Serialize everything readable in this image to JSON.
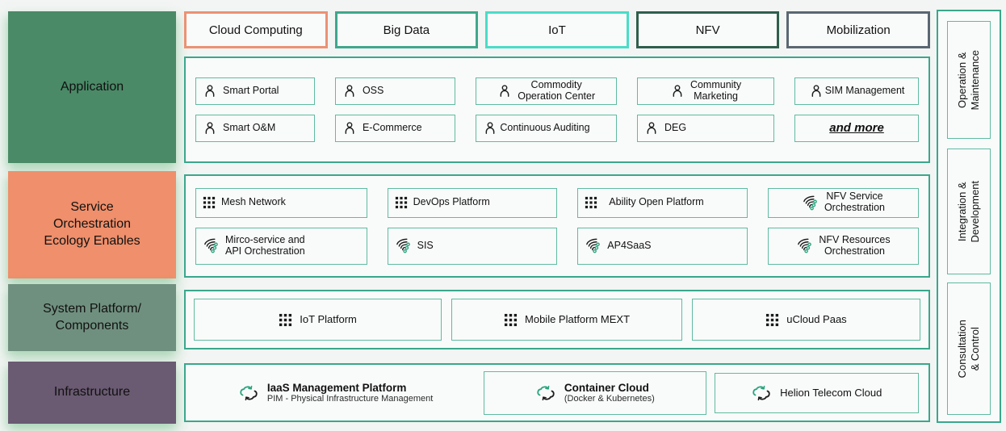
{
  "colors": {
    "accent_teal": "#3aa78c",
    "inner_box_border": "#5fbba1",
    "page_bg": "#f2f5f3",
    "card_bg": "#f9fbfa",
    "icon_green": "#2aa37e"
  },
  "top_chips": [
    {
      "label": "Cloud Computing",
      "border_color": "#eb9274"
    },
    {
      "label": "Big Data",
      "border_color": "#3fa78c"
    },
    {
      "label": "IoT",
      "border_color": "#4bdcc8"
    },
    {
      "label": "NFV",
      "border_color": "#2f5f4d"
    },
    {
      "label": "Mobilization",
      "border_color": "#5a6773"
    }
  ],
  "left_rows": [
    {
      "label": "Application",
      "color": "#4a8a67"
    },
    {
      "label": "Service\nOrchestration\nEcology Enables",
      "color": "#ef8f6b"
    },
    {
      "label": "System Platform/\nComponents",
      "color": "#70907f"
    },
    {
      "label": "Infrastructure",
      "color": "#6a5a72"
    }
  ],
  "application": {
    "row1": [
      {
        "icon": "person",
        "label": "Smart Portal"
      },
      {
        "icon": "person",
        "label": "OSS"
      },
      {
        "icon": "person",
        "label": "Commodity\nOperation Center"
      },
      {
        "icon": "person",
        "label": "Community\nMarketing"
      },
      {
        "icon": "person",
        "label": "SIM Management"
      }
    ],
    "row2": [
      {
        "icon": "person",
        "label": "Smart O&M"
      },
      {
        "icon": "person",
        "label": "E-Commerce"
      },
      {
        "icon": "person",
        "label": "Continuous Auditing"
      },
      {
        "icon": "person",
        "label": "DEG"
      },
      {
        "icon": "none",
        "label": "and more"
      }
    ]
  },
  "service": {
    "row1": [
      {
        "icon": "grid",
        "label": "Mesh Network"
      },
      {
        "icon": "grid",
        "label": "DevOps Platform"
      },
      {
        "icon": "grid",
        "label": "Ability Open Platform"
      },
      {
        "icon": "orchestration",
        "label": "NFV Service\nOrchestration"
      }
    ],
    "row2": [
      {
        "icon": "orchestration",
        "label": "Mirco-service and\nAPI Orchestration"
      },
      {
        "icon": "orchestration",
        "label": "SIS"
      },
      {
        "icon": "orchestration",
        "label": "AP4SaaS"
      },
      {
        "icon": "orchestration",
        "label": "NFV Resources\nOrchestration"
      }
    ]
  },
  "platform": {
    "items": [
      {
        "icon": "grid",
        "label": "IoT Platform"
      },
      {
        "icon": "grid",
        "label": "Mobile Platform MEXT"
      },
      {
        "icon": "grid",
        "label": "uCloud Paas"
      }
    ]
  },
  "infrastructure": {
    "items": [
      {
        "icon": "cloud-sync",
        "title": "IaaS Management Platform",
        "subtitle": "PIM - Physical Infrastructure Management"
      },
      {
        "icon": "cloud-sync",
        "title": "Container Cloud",
        "subtitle": "(Docker & Kubernetes)"
      },
      {
        "icon": "cloud-sync",
        "title": "Helion Telecom Cloud",
        "subtitle": ""
      }
    ]
  },
  "sidebar": {
    "items": [
      "Operation &\nMaintenance",
      "Integration &\nDevelopment",
      "Consultation & Control"
    ]
  }
}
